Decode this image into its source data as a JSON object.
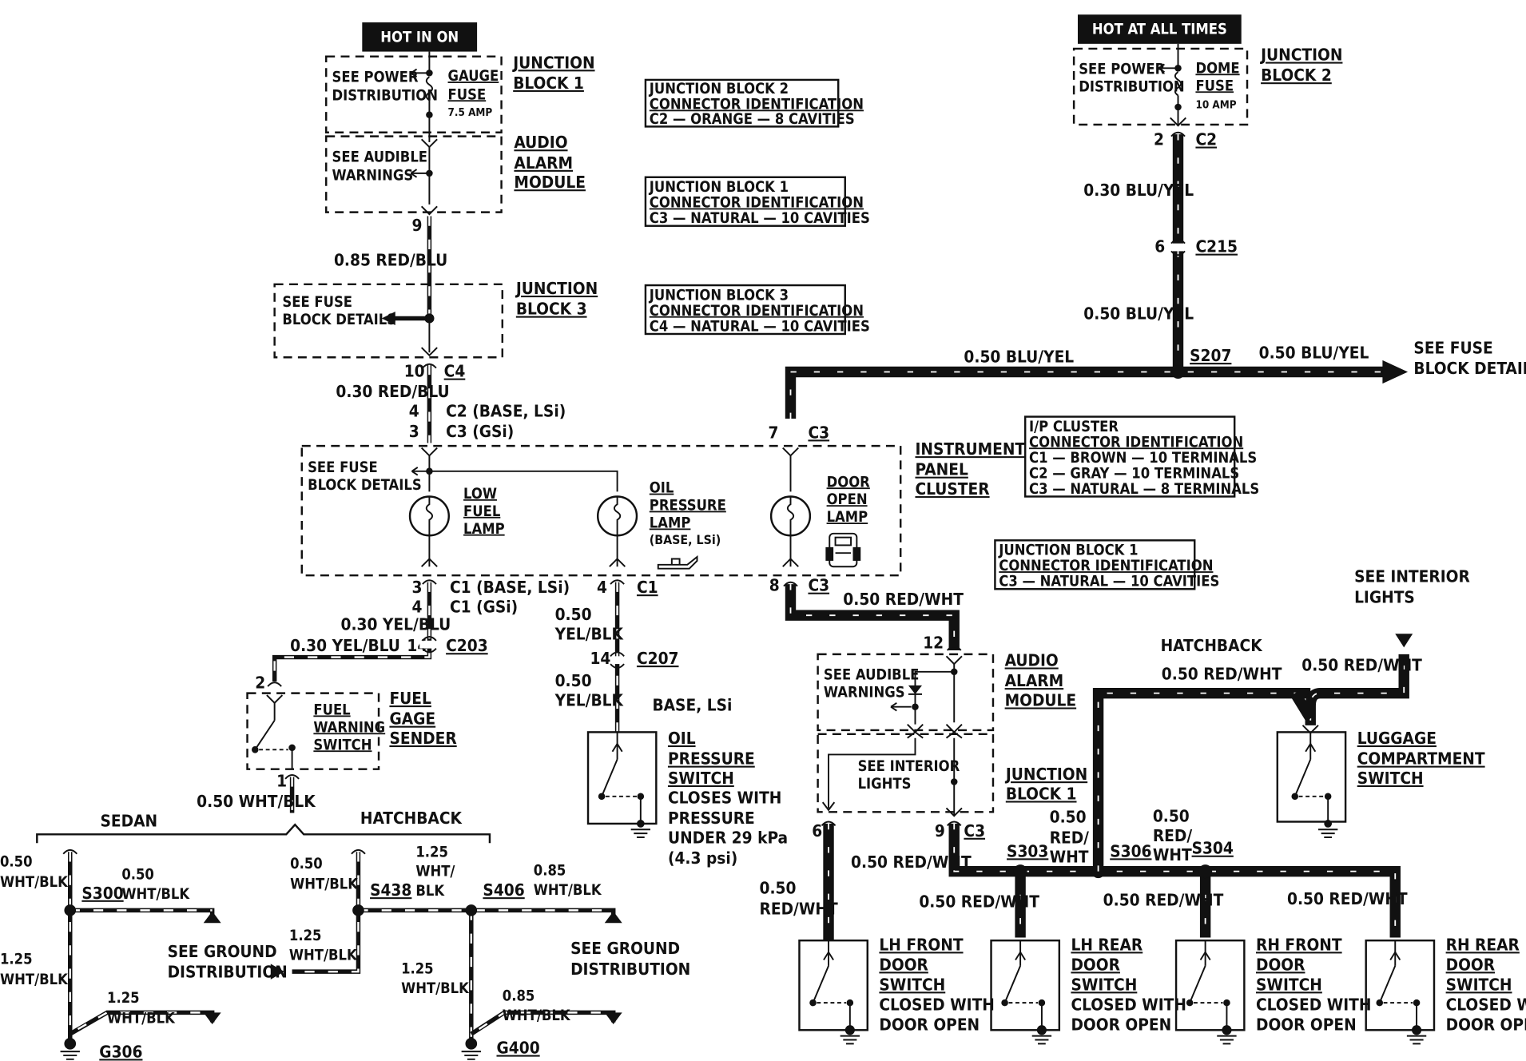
{
  "power": {
    "hot_in_on": "HOT IN ON",
    "hot_at_all_times": "HOT AT ALL TIMES"
  },
  "jb1_top": {
    "see_power": "SEE POWER",
    "distribution": "DISTRIBUTION",
    "gauge": "GAUGE",
    "fuse": "FUSE",
    "amp": "7.5 AMP",
    "name1": "JUNCTION",
    "name2": "BLOCK 1"
  },
  "jb2_top": {
    "see_power": "SEE POWER",
    "distribution": "DISTRIBUTION",
    "dome": "DOME",
    "fuse": "FUSE",
    "amp": "10 AMP",
    "name1": "JUNCTION",
    "name2": "BLOCK 2"
  },
  "audio_top": {
    "see1": "SEE AUDIBLE",
    "see2": "WARNINGS",
    "name1": "AUDIO",
    "name2": "ALARM",
    "name3": "MODULE"
  },
  "jb3": {
    "see1": "SEE FUSE",
    "see2": "BLOCK DETAILS",
    "name1": "JUNCTION",
    "name2": "BLOCK 3"
  },
  "conn_ids": [
    {
      "l1": "JUNCTION BLOCK 2",
      "l2": "CONNECTOR IDENTIFICATION",
      "l3": "C2 — ORANGE — 8 CAVITIES"
    },
    {
      "l1": "JUNCTION BLOCK 1",
      "l2": "CONNECTOR IDENTIFICATION",
      "l3": "C3 — NATURAL — 10 CAVITIES"
    },
    {
      "l1": "JUNCTION BLOCK 3",
      "l2": "CONNECTOR IDENTIFICATION",
      "l3": "C4 — NATURAL — 10 CAVITIES"
    },
    {
      "l1": "JUNCTION BLOCK 1",
      "l2": "CONNECTOR IDENTIFICATION",
      "l3": "C3 — NATURAL — 10 CAVITIES"
    }
  ],
  "ip_conn": {
    "l1": "I/P CLUSTER",
    "l2": "CONNECTOR IDENTIFICATION",
    "l3": "C1 — BROWN — 10 TERMINALS",
    "l4": "C2 — GRAY — 10 TERMINALS",
    "l5": "C3 — NATURAL — 8 TERMINALS"
  },
  "wires": {
    "w1": "0.85 RED/BLU",
    "w2": "0.30 RED/BLU",
    "w3": "0.30 BLU/YEL",
    "w4": "0.50 BLU/YEL",
    "w5": "0.50 BLU/YEL",
    "w6": "0.50 BLU/YEL",
    "w7": "0.30 YEL/BLU",
    "w8": "0.30 YEL/BLU",
    "w9": "0.50 WHT/BLK",
    "w10a": "0.50",
    "w10b": "YEL/BLK",
    "w11a": "0.50",
    "w11b": "YEL/BLK",
    "w12": "0.50 RED/WHT",
    "w13": "0.50 RED/WHT",
    "w14": "0.50 RED/WHT",
    "w15": "0.50 RED/WHT",
    "w16a": "0.50",
    "w16b": "RED/WHT",
    "w17": "0.50 RED/WHT",
    "w18": "0.50 RED/WHT",
    "w19": "0.50 RED/WHT",
    "w20a": "0.50",
    "w20b": "RED/",
    "w20c": "WHT",
    "w21a": "0.50",
    "w21b": "RED/",
    "w21c": "WHT"
  },
  "connectors": {
    "c2": "C2",
    "c215": "C215",
    "s207": "S207",
    "c4": "C4",
    "c2_base": "C2 (BASE, LSi)",
    "c3_gsi": "C3 (GSi)",
    "c3": "C3",
    "c1_base": "C1 (BASE, LSi)",
    "c1_gsi": "C1 (GSi)",
    "c1": "C1",
    "c203": "C203",
    "c207": "C207",
    "c3b": "C3",
    "c3c": "C3",
    "s303": "S303",
    "s306": "S306",
    "s304": "S304",
    "s300": "S300",
    "s438": "S438",
    "s406": "S406",
    "g306": "G306",
    "g400": "G400"
  },
  "pins": {
    "p9": "9",
    "p10": "10",
    "p4a": "4",
    "p3a": "3",
    "p2": "2",
    "p6": "6",
    "p7": "7",
    "p3b": "3",
    "p4b": "4",
    "p14": "14",
    "p2b": "2",
    "p1": "1",
    "p4c": "4",
    "p14b": "14",
    "p8": "8",
    "p12": "12",
    "p6b": "6",
    "p9b": "9"
  },
  "see_fuse_right": {
    "l1": "SEE FUSE",
    "l2": "BLOCK DETAILS"
  },
  "cluster": {
    "see1": "SEE FUSE",
    "see2": "BLOCK DETAILS",
    "low1": "LOW",
    "low2": "FUEL",
    "low3": "LAMP",
    "oil1": "OIL",
    "oil2": "PRESSURE",
    "oil3": "LAMP",
    "oil4": "(BASE, LSi)",
    "door1": "DOOR",
    "door2": "OPEN",
    "door3": "LAMP",
    "name1": "INSTRUMENT",
    "name2": "PANEL",
    "name3": "CLUSTER"
  },
  "fuel_sender": {
    "l1": "FUEL",
    "l2": "WARNING",
    "l3": "SWITCH",
    "n1": "FUEL",
    "n2": "GAGE",
    "n3": "SENDER"
  },
  "oil_switch": {
    "base": "BASE, LSi",
    "l1": "OIL",
    "l2": "PRESSURE",
    "l3": "SWITCH",
    "l4": "CLOSES WITH",
    "l5": "PRESSURE",
    "l6": "UNDER 29 kPa",
    "l7": "(4.3 psi)"
  },
  "ground": {
    "sedan": "SEDAN",
    "hatchback": "HATCHBACK",
    "g1a": "0.50",
    "g1b": "WHT/BLK",
    "g2a": "0.50",
    "g2b": "WHT/BLK",
    "g3a": "1.25",
    "g3b": "WHT/BLK",
    "g4a": "1.25",
    "g4b": "WHT/BLK",
    "g5a": "0.50",
    "g5b": "WHT/BLK",
    "g6a": "1.25",
    "g6b": "WHT/",
    "g6c": "BLK",
    "g7a": "0.85",
    "g7b": "WHT/BLK",
    "g8a": "1.25",
    "g8b": "WHT/BLK",
    "g9a": "1.25",
    "g9b": "WHT/BLK",
    "g10a": "0.85",
    "g10b": "WHT/BLK",
    "see_gd1": "SEE GROUND",
    "see_gd2": "DISTRIBUTION",
    "see_gd3": "SEE GROUND",
    "see_gd4": "DISTRIBUTION"
  },
  "audio_bottom": {
    "see1": "SEE AUDIBLE",
    "see2": "WARNINGS",
    "name1": "AUDIO",
    "name2": "ALARM",
    "name3": "MODULE"
  },
  "jb1_bottom": {
    "see1": "SEE INTERIOR",
    "see2": "LIGHTS",
    "name1": "JUNCTION",
    "name2": "BLOCK 1"
  },
  "interior": {
    "l1": "SEE INTERIOR",
    "l2": "LIGHTS",
    "hatchback": "HATCHBACK"
  },
  "luggage": {
    "l1": "LUGGAGE",
    "l2": "COMPARTMENT",
    "l3": "SWITCH"
  },
  "doors": [
    {
      "l1": "LH FRONT",
      "l2": "DOOR",
      "l3": "SWITCH",
      "l4": "CLOSED WITH",
      "l5": "DOOR OPEN"
    },
    {
      "l1": "LH REAR",
      "l2": "DOOR",
      "l3": "SWITCH",
      "l4": "CLOSED WITH",
      "l5": "DOOR OPEN"
    },
    {
      "l1": "RH FRONT",
      "l2": "DOOR",
      "l3": "SWITCH",
      "l4": "CLOSED WITH",
      "l5": "DOOR OPEN"
    },
    {
      "l1": "RH REAR",
      "l2": "DOOR",
      "l3": "SWITCH",
      "l4": "CLOSED WITH",
      "l5": "DOOR OPEN"
    }
  ]
}
